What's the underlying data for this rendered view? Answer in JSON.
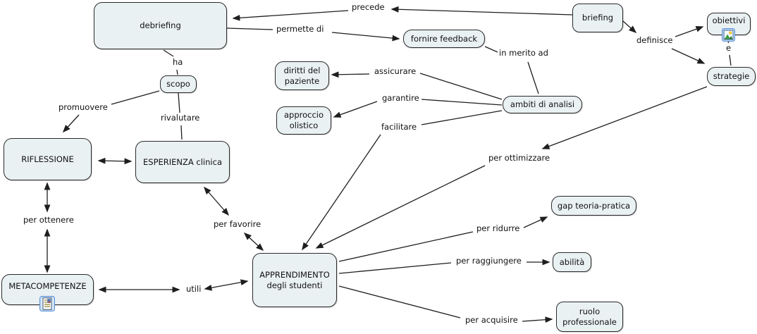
{
  "colors": {
    "node_fill": "#eaf1f3",
    "node_border": "#2a2a2a",
    "line_color": "#1e1e1e",
    "text_color": "#111111",
    "background": "#ffffff"
  },
  "nodes": {
    "debriefing": {
      "label": "debriefing"
    },
    "briefing": {
      "label": "briefing"
    },
    "fornire_feedback": {
      "label": "fornire feedback"
    },
    "obiettivi": {
      "label": "obiettivi",
      "attachment": "image-attachment-icon"
    },
    "strategie": {
      "label": "strategie"
    },
    "scopo": {
      "label": "scopo"
    },
    "riflessione": {
      "label": "RIFLESSIONE"
    },
    "esperienza_clinica": {
      "label": "ESPERIENZA clinica"
    },
    "diritti_del_paziente": {
      "label": "diritti del paziente"
    },
    "approccio_olistico": {
      "label": "approccio olistico"
    },
    "ambiti_di_analisi": {
      "label": "ambiti di analisi"
    },
    "metacompetenze": {
      "label": "METACOMPETENZE",
      "attachment": "document-attachment-icon"
    },
    "apprendimento": {
      "label": "APPRENDIMENTO degli studenti"
    },
    "gap_teoria_pratica": {
      "label": "gap teoria-pratica"
    },
    "abilita": {
      "label": "abilità"
    },
    "ruolo_professionale": {
      "label": "ruolo professionale"
    }
  },
  "links": {
    "precede": "precede",
    "permette_di": "permette di",
    "in_merito_ad": "in merito ad",
    "definisce": "definisce",
    "e": "e",
    "ha": "ha",
    "promuovere": "promuovere",
    "rivalutare": "rivalutare",
    "assicurare": "assicurare",
    "garantire": "garantire",
    "facilitare": "facilitare",
    "per_ottimizzare": "per ottimizzare",
    "per_ottenere": "per ottenere",
    "per_favorire": "per favorire",
    "utili": "utili",
    "per_ridurre": "per ridurre",
    "per_raggiungere": "per raggiungere",
    "per_acquisire": "per acquisire"
  }
}
